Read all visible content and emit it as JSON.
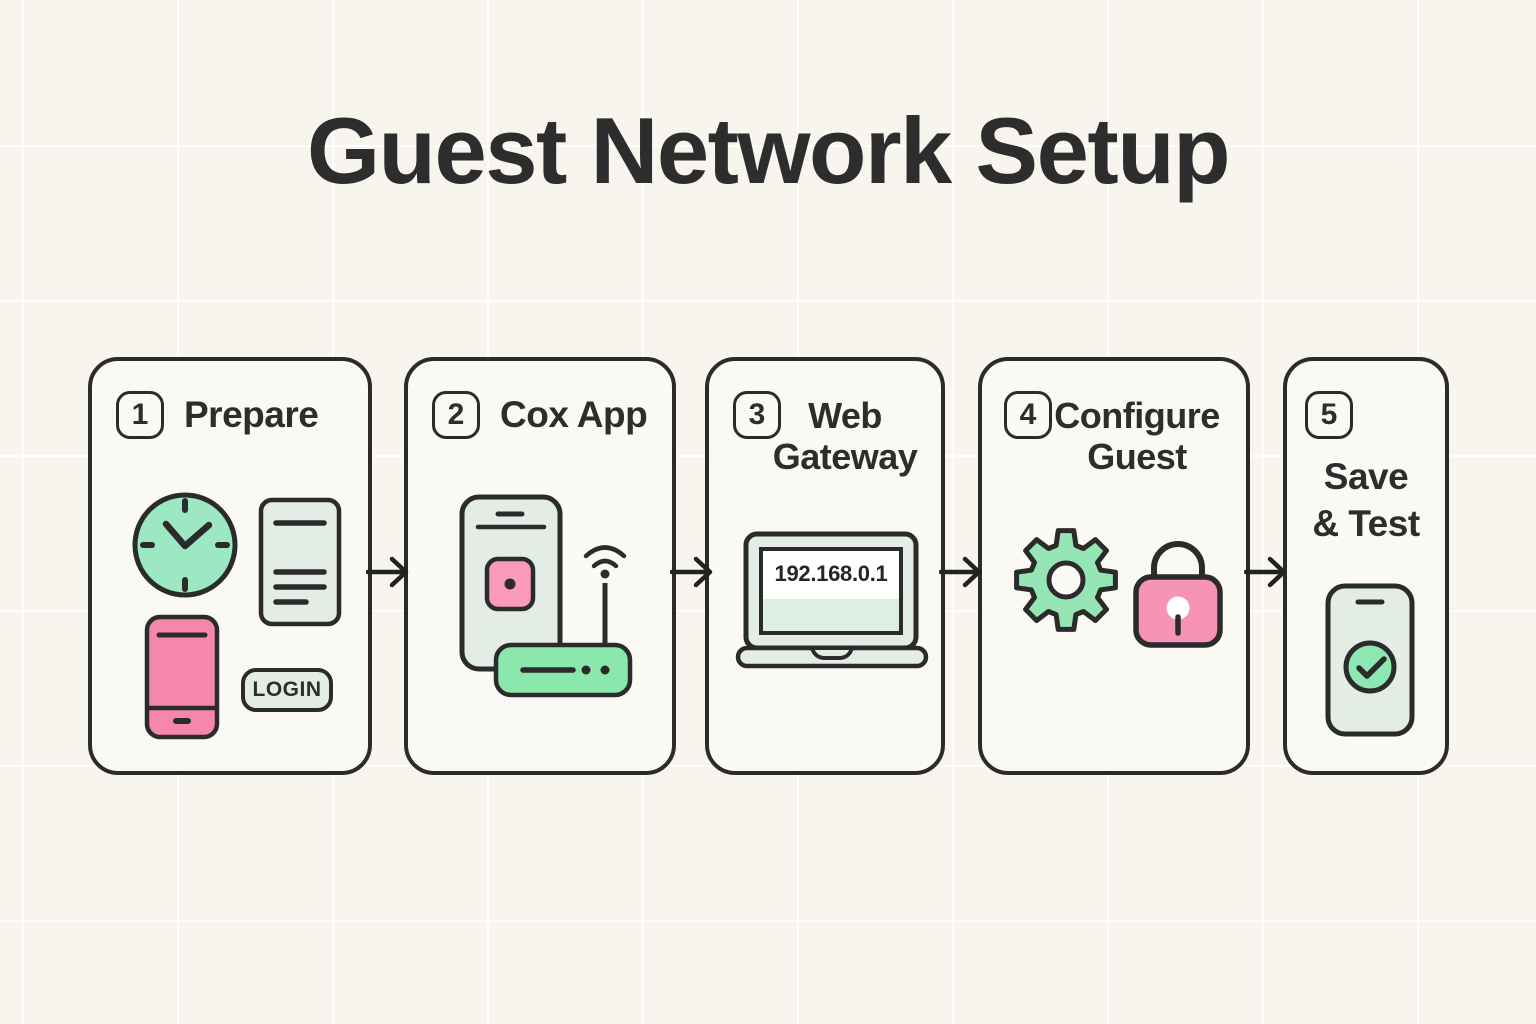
{
  "page": {
    "title": "Guest Network Setup"
  },
  "colors": {
    "background": "#f8f5ef",
    "card_background": "#fbf9f3",
    "outline": "#2b2b2b",
    "text": "#2d2d2d",
    "green_clock": "#9ce8c2",
    "green_router": "#8be8ac",
    "green_gear": "#96e6b5",
    "green_check": "#8ee6b2",
    "pink": "#f687ac",
    "pink_light": "#f99bb9",
    "mint_light": "#e3ece5"
  },
  "steps": [
    {
      "number": "1",
      "label_lines": [
        "Prepare"
      ],
      "login_label": "LOGIN",
      "icons": [
        "clock-icon",
        "checklist-icon",
        "phone-icon",
        "login-button"
      ]
    },
    {
      "number": "2",
      "label_lines": [
        "Cox App"
      ],
      "icons": [
        "smartphone-app-icon",
        "wifi-icon",
        "router-icon"
      ]
    },
    {
      "number": "3",
      "label_lines": [
        "Web",
        "Gateway"
      ],
      "gateway_address": "192.168.0.1",
      "icons": [
        "laptop-icon"
      ]
    },
    {
      "number": "4",
      "label_lines": [
        "Configure",
        "Guest"
      ],
      "icons": [
        "gear-icon",
        "lock-icon"
      ]
    },
    {
      "number": "5",
      "label_lines": [
        "Save",
        "& Test"
      ],
      "icons": [
        "phone-check-icon"
      ]
    }
  ]
}
